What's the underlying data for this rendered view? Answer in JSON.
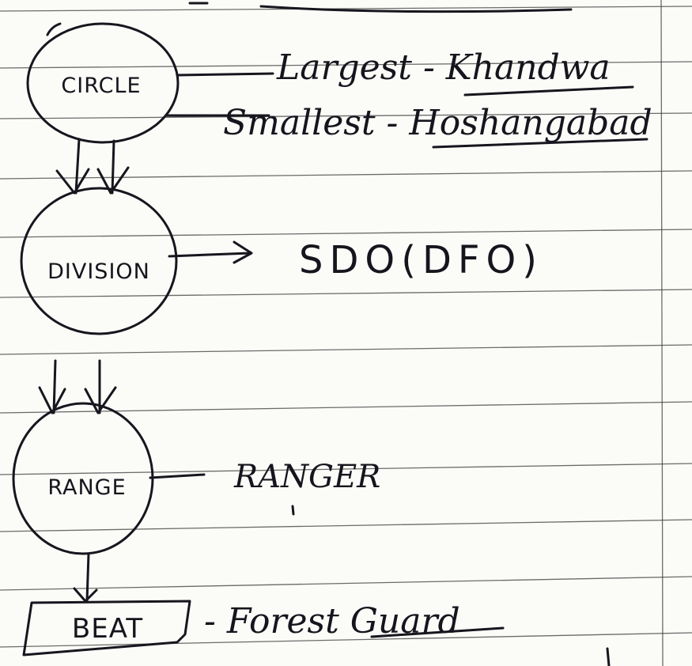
{
  "diagram": {
    "nodes": [
      {
        "id": "circle",
        "label": "CIRCLE",
        "shape": "circle"
      },
      {
        "id": "division",
        "label": "DIVISION",
        "shape": "circle"
      },
      {
        "id": "range",
        "label": "RANGE",
        "shape": "circle"
      },
      {
        "id": "beat",
        "label": "BEAT",
        "shape": "box"
      }
    ],
    "annotations": {
      "circle_largest": "Largest - Khandwa",
      "circle_smallest": "Smallest - Hoshangabad",
      "division_officer": "SDO(DFO)",
      "range_officer": "RANGER",
      "beat_officer": "- Forest Guard"
    }
  },
  "colors": {
    "ink": "#16161e",
    "paper": "#fbfbf8",
    "rule": "#3b3b3b"
  }
}
